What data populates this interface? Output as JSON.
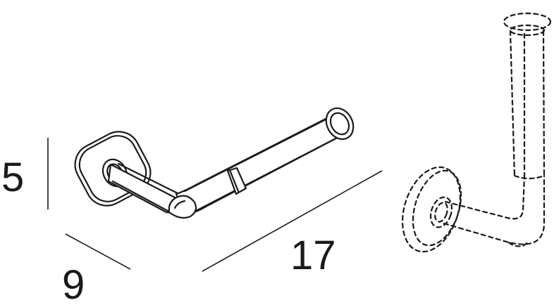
{
  "dimensions": {
    "height_label": "5",
    "depth_label": "9",
    "width_label": "17"
  }
}
